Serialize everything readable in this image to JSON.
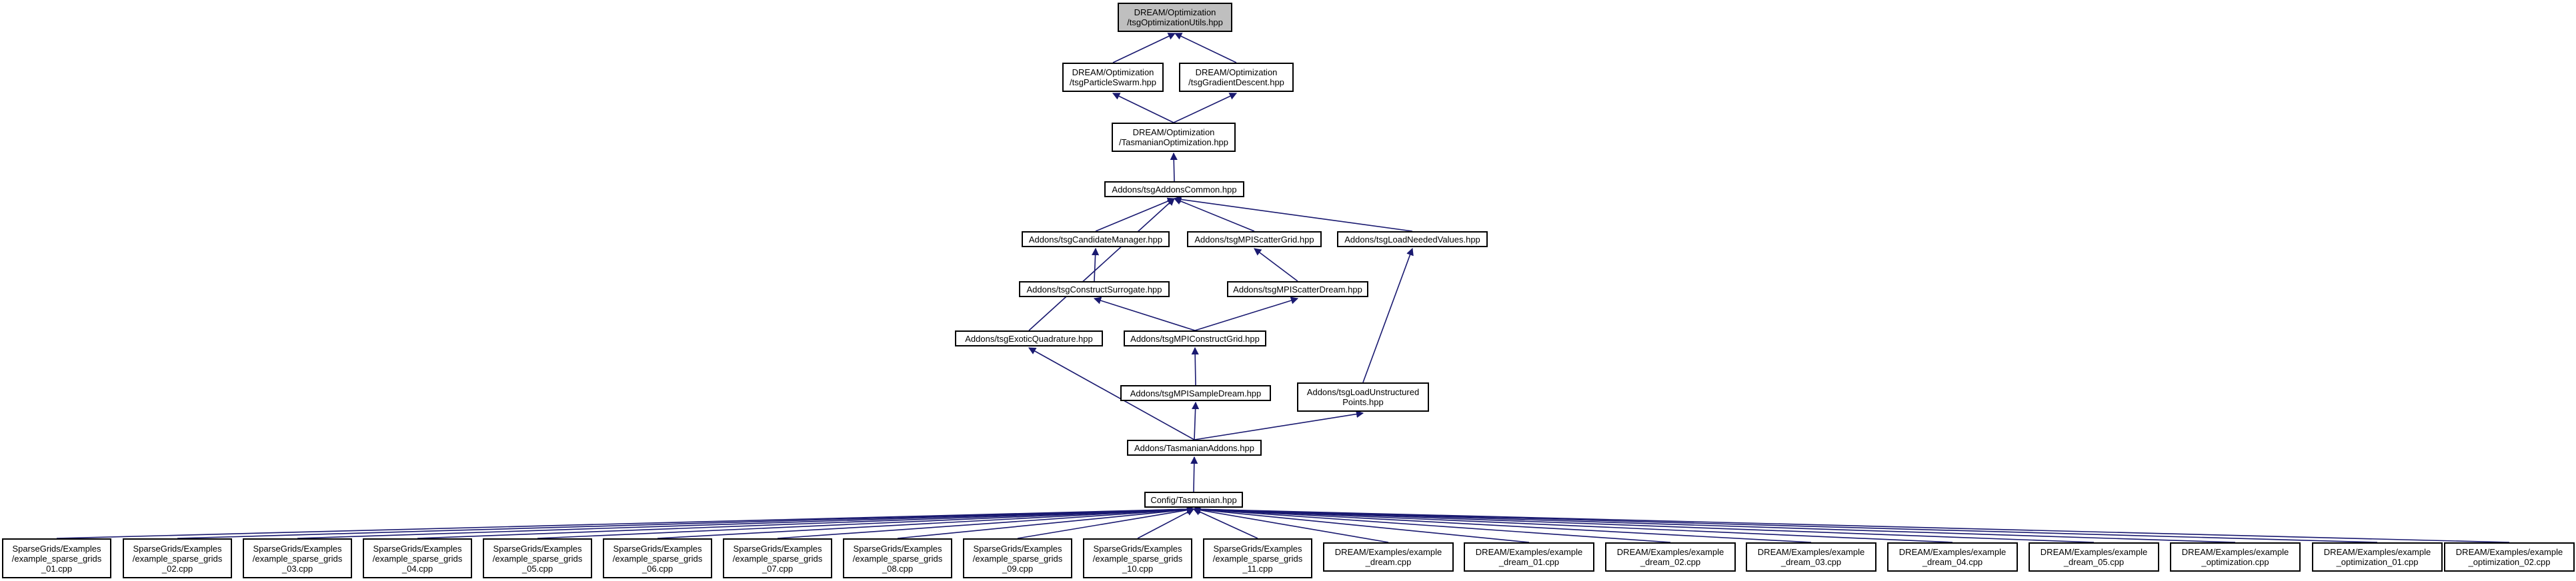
{
  "colors": {
    "edge": "#191970",
    "root_fill": "#bfbfbf",
    "node_fill": "#ffffff",
    "border": "#000000"
  },
  "nodes": [
    {
      "id": "root",
      "lines": [
        "DREAM/Optimization",
        "/tsgOptimizationUtils.hpp"
      ]
    },
    {
      "id": "pswarm",
      "lines": [
        "DREAM/Optimization",
        "/tsgParticleSwarm.hpp"
      ]
    },
    {
      "id": "gdesc",
      "lines": [
        "DREAM/Optimization",
        "/tsgGradientDescent.hpp"
      ]
    },
    {
      "id": "tasopt",
      "lines": [
        "DREAM/Optimization",
        "/TasmanianOptimization.hpp"
      ]
    },
    {
      "id": "common",
      "lines": [
        "Addons/tsgAddonsCommon.hpp"
      ]
    },
    {
      "id": "cand",
      "lines": [
        "Addons/tsgCandidateManager.hpp"
      ]
    },
    {
      "id": "mpiscat",
      "lines": [
        "Addons/tsgMPIScatterGrid.hpp"
      ]
    },
    {
      "id": "loadneed",
      "lines": [
        "Addons/tsgLoadNeededValues.hpp"
      ]
    },
    {
      "id": "constsur",
      "lines": [
        "Addons/tsgConstructSurrogate.hpp"
      ]
    },
    {
      "id": "mpiscatd",
      "lines": [
        "Addons/tsgMPIScatterDream.hpp"
      ]
    },
    {
      "id": "exotic",
      "lines": [
        "Addons/tsgExoticQuadrature.hpp"
      ]
    },
    {
      "id": "mpiconst",
      "lines": [
        "Addons/tsgMPIConstructGrid.hpp"
      ]
    },
    {
      "id": "mpisample",
      "lines": [
        "Addons/tsgMPISampleDream.hpp"
      ]
    },
    {
      "id": "loadunstr",
      "lines": [
        "Addons/tsgLoadUnstructured",
        "Points.hpp"
      ]
    },
    {
      "id": "tasaddons",
      "lines": [
        "Addons/TasmanianAddons.hpp"
      ]
    },
    {
      "id": "tasmanian",
      "lines": [
        "Config/Tasmanian.hpp"
      ]
    },
    {
      "id": "sg01",
      "lines": [
        "SparseGrids/Examples",
        "/example_sparse_grids",
        "_01.cpp"
      ]
    },
    {
      "id": "sg02",
      "lines": [
        "SparseGrids/Examples",
        "/example_sparse_grids",
        "_02.cpp"
      ]
    },
    {
      "id": "sg03",
      "lines": [
        "SparseGrids/Examples",
        "/example_sparse_grids",
        "_03.cpp"
      ]
    },
    {
      "id": "sg04",
      "lines": [
        "SparseGrids/Examples",
        "/example_sparse_grids",
        "_04.cpp"
      ]
    },
    {
      "id": "sg05",
      "lines": [
        "SparseGrids/Examples",
        "/example_sparse_grids",
        "_05.cpp"
      ]
    },
    {
      "id": "sg06",
      "lines": [
        "SparseGrids/Examples",
        "/example_sparse_grids",
        "_06.cpp"
      ]
    },
    {
      "id": "sg07",
      "lines": [
        "SparseGrids/Examples",
        "/example_sparse_grids",
        "_07.cpp"
      ]
    },
    {
      "id": "sg08",
      "lines": [
        "SparseGrids/Examples",
        "/example_sparse_grids",
        "_08.cpp"
      ]
    },
    {
      "id": "sg09",
      "lines": [
        "SparseGrids/Examples",
        "/example_sparse_grids",
        "_09.cpp"
      ]
    },
    {
      "id": "sg10",
      "lines": [
        "SparseGrids/Examples",
        "/example_sparse_grids",
        "_10.cpp"
      ]
    },
    {
      "id": "sg11",
      "lines": [
        "SparseGrids/Examples",
        "/example_sparse_grids",
        "_11.cpp"
      ]
    },
    {
      "id": "dr",
      "lines": [
        "DREAM/Examples/example",
        "_dream.cpp"
      ]
    },
    {
      "id": "dr01",
      "lines": [
        "DREAM/Examples/example",
        "_dream_01.cpp"
      ]
    },
    {
      "id": "dr02",
      "lines": [
        "DREAM/Examples/example",
        "_dream_02.cpp"
      ]
    },
    {
      "id": "dr03",
      "lines": [
        "DREAM/Examples/example",
        "_dream_03.cpp"
      ]
    },
    {
      "id": "dr04",
      "lines": [
        "DREAM/Examples/example",
        "_dream_04.cpp"
      ]
    },
    {
      "id": "dr05",
      "lines": [
        "DREAM/Examples/example",
        "_dream_05.cpp"
      ]
    },
    {
      "id": "opt",
      "lines": [
        "DREAM/Examples/example",
        "_optimization.cpp"
      ]
    },
    {
      "id": "opt01",
      "lines": [
        "DREAM/Examples/example",
        "_optimization_01.cpp"
      ]
    },
    {
      "id": "opt02",
      "lines": [
        "DREAM/Examples/example",
        "_optimization_02.cpp"
      ]
    }
  ],
  "edges": [
    {
      "from": "root",
      "to": "pswarm"
    },
    {
      "from": "root",
      "to": "gdesc"
    },
    {
      "from": "pswarm",
      "to": "tasopt"
    },
    {
      "from": "gdesc",
      "to": "tasopt"
    },
    {
      "from": "tasopt",
      "to": "common"
    },
    {
      "from": "common",
      "to": "cand"
    },
    {
      "from": "common",
      "to": "mpiscat"
    },
    {
      "from": "common",
      "to": "loadneed"
    },
    {
      "from": "common",
      "to": "exotic"
    },
    {
      "from": "cand",
      "to": "constsur"
    },
    {
      "from": "mpiscat",
      "to": "mpiscatd"
    },
    {
      "from": "constsur",
      "to": "mpiconst"
    },
    {
      "from": "mpiscatd",
      "to": "mpiconst"
    },
    {
      "from": "loadneed",
      "to": "loadunstr"
    },
    {
      "from": "mpiconst",
      "to": "mpisample"
    },
    {
      "from": "mpisample",
      "to": "tasaddons"
    },
    {
      "from": "loadunstr",
      "to": "tasaddons"
    },
    {
      "from": "exotic",
      "to": "tasaddons"
    },
    {
      "from": "tasaddons",
      "to": "tasmanian"
    },
    {
      "from": "tasmanian",
      "to": "sg01"
    },
    {
      "from": "tasmanian",
      "to": "sg02"
    },
    {
      "from": "tasmanian",
      "to": "sg03"
    },
    {
      "from": "tasmanian",
      "to": "sg04"
    },
    {
      "from": "tasmanian",
      "to": "sg05"
    },
    {
      "from": "tasmanian",
      "to": "sg06"
    },
    {
      "from": "tasmanian",
      "to": "sg07"
    },
    {
      "from": "tasmanian",
      "to": "sg08"
    },
    {
      "from": "tasmanian",
      "to": "sg09"
    },
    {
      "from": "tasmanian",
      "to": "sg10"
    },
    {
      "from": "tasmanian",
      "to": "sg11"
    },
    {
      "from": "tasmanian",
      "to": "dr"
    },
    {
      "from": "tasmanian",
      "to": "dr01"
    },
    {
      "from": "tasmanian",
      "to": "dr02"
    },
    {
      "from": "tasmanian",
      "to": "dr03"
    },
    {
      "from": "tasmanian",
      "to": "dr04"
    },
    {
      "from": "tasmanian",
      "to": "dr05"
    },
    {
      "from": "tasmanian",
      "to": "opt"
    },
    {
      "from": "tasmanian",
      "to": "opt01"
    },
    {
      "from": "tasmanian",
      "to": "opt02"
    }
  ]
}
